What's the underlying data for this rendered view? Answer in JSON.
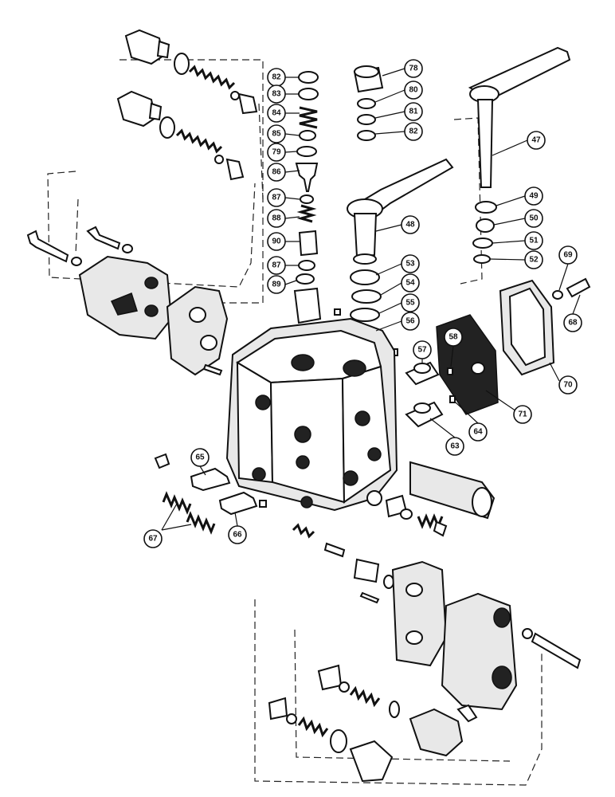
{
  "callouts": [
    "82",
    "83",
    "84",
    "85",
    "79",
    "86",
    "87",
    "88",
    "90",
    "87",
    "89",
    "78",
    "80",
    "81",
    "82",
    "47",
    "48",
    "49",
    "50",
    "51",
    "52",
    "53",
    "54",
    "55",
    "56",
    "57",
    "58",
    "63",
    "64",
    "65",
    "66",
    "67",
    "68",
    "69",
    "70",
    "71"
  ]
}
